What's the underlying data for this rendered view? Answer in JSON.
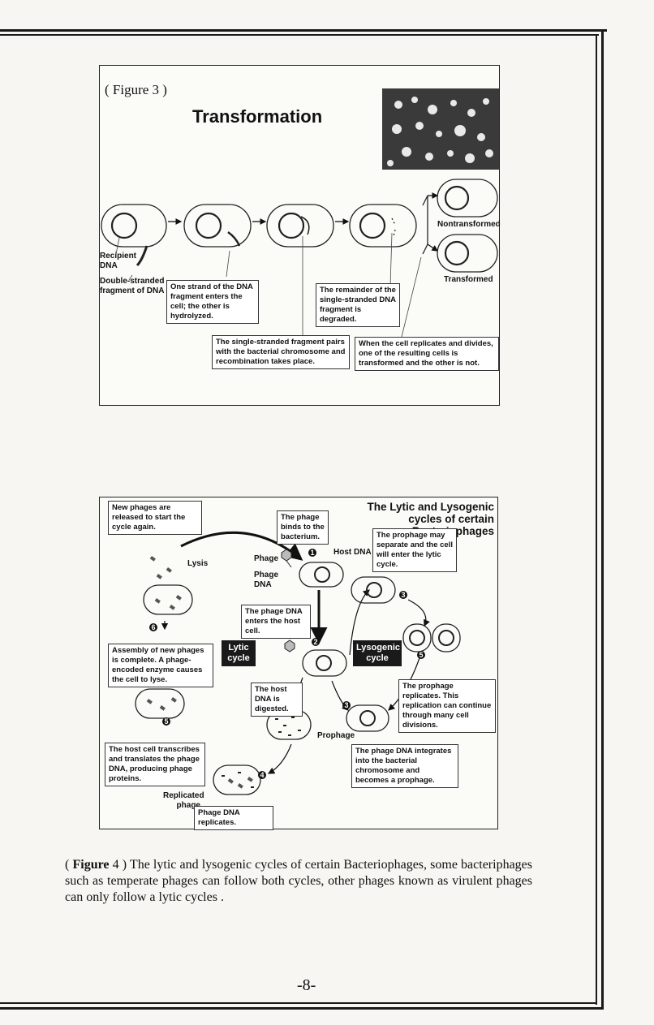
{
  "figure3": {
    "label": "( Figure 3 )",
    "title": "Transformation",
    "labels": {
      "recipient_dna": "Recipient DNA",
      "double_stranded": "Double-stranded fragment of DNA",
      "nontransformed": "Nontransformed",
      "transformed": "Transformed"
    },
    "boxes": {
      "one_strand": "One strand of the DNA fragment enters the cell; the other is hydrolyzed.",
      "remainder": "The remainder of the single-stranded DNA fragment is degraded.",
      "pairs": "The single-stranded fragment pairs with the bacterial chromosome and recombination takes place.",
      "replicates": "When the cell replicates and divides, one of the resulting cells is transformed and the other is not."
    }
  },
  "figure4": {
    "title": "The Lytic and Lysogenic cycles of certain Bacteriophages",
    "lytic_badge": "Lytic cycle",
    "lysogenic_badge": "Lysogenic cycle",
    "labels": {
      "lysis": "Lysis",
      "phage": "Phage",
      "phage_dna": "Phage DNA",
      "host_dna": "Host DNA",
      "prophage": "Prophage",
      "replicated_phage": "Replicated phage"
    },
    "step_numbers": [
      "1",
      "2",
      "3",
      "4",
      "5",
      "6",
      "3",
      "5"
    ],
    "boxes": {
      "released": "New phages are released to start the cycle again.",
      "binds": "The phage binds to the bacterium.",
      "separate": "The prophage may separate and the cell will enter the lytic cycle.",
      "enters": "The phage DNA enters the host cell.",
      "assembly": "Assembly of new phages is complete. A phage-encoded enzyme causes the cell to lyse.",
      "digested": "The host DNA is digested.",
      "prophage_replicates": "The prophage replicates. This replication can continue through many cell divisions.",
      "transcribes": "The host cell transcribes and translates the phage DNA, producing phage proteins.",
      "integrates": "The phage DNA integrates into the bacterial chromosome and becomes a prophage.",
      "dna_replicates": "Phage DNA replicates."
    }
  },
  "caption": {
    "figure_word": "Figure",
    "text": " 4 ) The lytic and lysogenic cycles of certain Bacteriophages, some bacteriphages such as temperate phages can follow both cycles, other phages known as virulent phages can only follow a lytic cycles ."
  },
  "page_number": "-8-"
}
